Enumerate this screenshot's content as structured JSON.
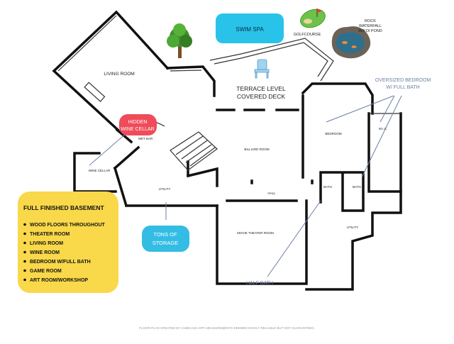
{
  "rooms": {
    "living_room": "LIVING ROOM",
    "terrace_line1": "TERRACE LEVEL",
    "terrace_line2": "COVERED DECK",
    "wet_bar": "WET BAR",
    "wine_cellar": "WINE CELLAR",
    "billiard_room": "BILLIARD ROOM",
    "bedroom": "BEDROOM",
    "wic": "W.I.C.",
    "bath_1": "BATH",
    "bath_2": "BATH",
    "hall": "HALL",
    "utility_left": "UTILITY",
    "utility_right": "UTILITY",
    "movie_theater_room": "MOVIE THEATER ROOM"
  },
  "callouts": {
    "swim_spa": "SWIM SPA",
    "hidden_wine_cellar_line1": "HIDDEN",
    "hidden_wine_cellar_line2": "WINE CELLAR",
    "tons_of_storage_line1": "TONS OF",
    "tons_of_storage_line2": "STORAGE",
    "golfcourse": "GOLFCOURSE",
    "rock_line1": "ROCK",
    "rock_line2": "WATERFALL",
    "rock_line3": "W/KOI POND",
    "oversized_line1": "OVERSIZED BEDROOM",
    "oversized_line2": "W/ FULL BATH",
    "half_bath": "HALF BATH"
  },
  "features": {
    "title": "FULL FINISHED BASEMENT",
    "items": [
      "WOOD FLOORS THROUGHOUT",
      "THEATER ROOM",
      "LIVING ROOM",
      "WINE ROOM",
      "BEDROOM W/FULL BATH",
      "GAME ROOM",
      "ART ROOM/WORKSHOP"
    ]
  },
  "footer": "FLOOR PLAN CREATED BY CUBICASA APP. MEASUREMENTS DEEMED HIGHLY RELIABLE BUT NOT GUARANTEED.",
  "colors": {
    "wall": "#111111",
    "swim_spa": "#29c3ea",
    "storage": "#33bde4",
    "wine_cellar": "#ef4b5a",
    "features_box": "#f9d84a",
    "annotation": "#6b7fa6",
    "tree": "#3f8f2b"
  }
}
